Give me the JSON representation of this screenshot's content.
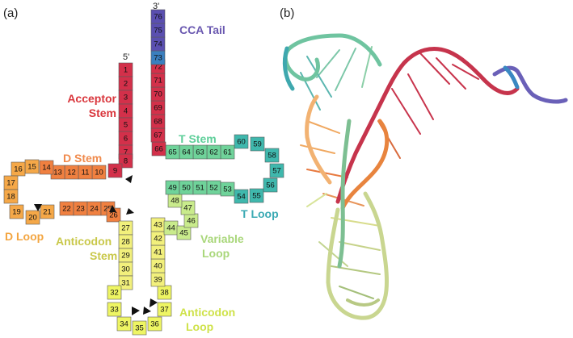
{
  "panels": {
    "a": "(a)",
    "b": "(b)"
  },
  "ends": {
    "five_prime": "5'",
    "three_prime": "3'"
  },
  "regions": {
    "cca_tail": "CCA Tail",
    "acceptor_stem_1": "Acceptor",
    "acceptor_stem_2": "Stem",
    "d_stem": "D Stem",
    "t_stem": "T Stem",
    "t_loop": "T Loop",
    "d_loop": "D Loop",
    "anticodon_stem_1": "Anticodon",
    "anticodon_stem_2": "Stem",
    "variable_loop_1": "Variable",
    "variable_loop_2": "Loop",
    "anticodon_loop_1": "Anticodon",
    "anticodon_loop_2": "Loop"
  },
  "colors": {
    "acceptor": "#d3304a",
    "acceptor_text": "#d9363c",
    "cca": "#5a4fb0",
    "cca_73": "#3a7fbf",
    "cca_text": "#6a58b0",
    "d_stem": "#f08040",
    "d_stem_text": "#f08a4c",
    "d_loop": "#f5a848",
    "d_loop_text": "#f3a540",
    "anticodon_stem": "#f2f07c",
    "anticodon_stem_text": "#c9c84a",
    "anticodon_loop": "#eef563",
    "anticodon_loop_text": "#cfe24a",
    "variable": "#c9eb8c",
    "variable_text": "#a9d77a",
    "t_stem": "#6fd39a",
    "t_stem_text": "#5fcf9a",
    "t_loop": "#3fb8ad",
    "t_loop_text": "#3aa9b3"
  },
  "nucleotides": [
    "1",
    "2",
    "3",
    "4",
    "5",
    "6",
    "7",
    "8",
    "9",
    "10",
    "11",
    "12",
    "13",
    "14",
    "15",
    "16",
    "17",
    "18",
    "19",
    "20",
    "21",
    "22",
    "23",
    "24",
    "25",
    "26",
    "27",
    "28",
    "29",
    "30",
    "31",
    "32",
    "33",
    "34",
    "35",
    "36",
    "37",
    "38",
    "39",
    "40",
    "41",
    "42",
    "43",
    "44",
    "45",
    "46",
    "47",
    "48",
    "49",
    "50",
    "51",
    "52",
    "53",
    "54",
    "55",
    "56",
    "57",
    "58",
    "59",
    "60",
    "61",
    "62",
    "63",
    "64",
    "65",
    "66",
    "67",
    "68",
    "69",
    "70",
    "71",
    "72",
    "73",
    "74",
    "75",
    "76"
  ]
}
